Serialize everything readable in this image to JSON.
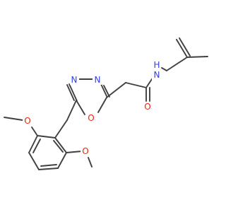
{
  "molecule": {
    "atoms": [
      {
        "id": "o_ring",
        "label": "O",
        "color": "#e8250c"
      },
      {
        "id": "n_ring_left",
        "label": "N",
        "color": "#2f3ef0"
      },
      {
        "id": "n_ring_right",
        "label": "N",
        "color": "#2f3ef0"
      },
      {
        "id": "o_carbonyl",
        "label": "O",
        "color": "#e8250c"
      },
      {
        "id": "n_amide",
        "label": "N",
        "color": "#2f3ef0"
      },
      {
        "id": "h_amide",
        "label": "H",
        "color": "#2f3ef0"
      },
      {
        "id": "o_methoxy_top",
        "label": "O",
        "color": "#e8250c"
      },
      {
        "id": "o_methoxy_bottom",
        "label": "O",
        "color": "#e8250c"
      }
    ]
  }
}
